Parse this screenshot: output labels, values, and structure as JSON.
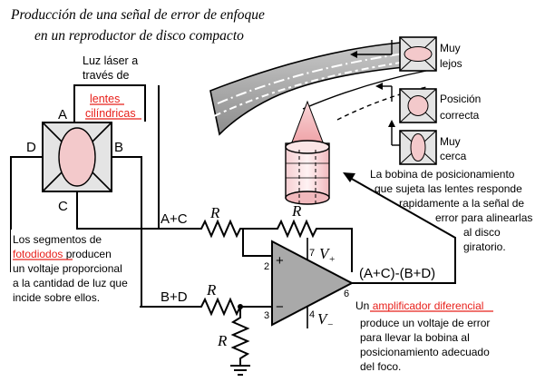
{
  "title": {
    "line1": "Producción de una señal de error de enfoque",
    "line2": "en un reproductor de disco compacto"
  },
  "laser_label": {
    "line1": "Luz láser a",
    "line2": "través de",
    "lens_line1": "lentes",
    "lens_line2": "cilíndricas"
  },
  "photodiode": {
    "labels": [
      "A",
      "B",
      "C",
      "D"
    ],
    "text_line1_prefix": "Los segmentos de",
    "text_line2_red": "fotodiodos",
    "text_line2_rest": " producen",
    "text_line3": "un voltaje proporcional",
    "text_line4": "a la cantidad de luz que",
    "text_line5": "incide sobre ellos."
  },
  "circuit": {
    "sum_ac": "A+C",
    "sum_bd": "B+D",
    "resistor": "R",
    "output": "(A+C)-(B+D)",
    "pins": [
      "2",
      "3",
      "4",
      "6",
      "7"
    ],
    "plus_sign": "+",
    "minus_sign": "−",
    "vplus": "V",
    "vplus_sub": "+",
    "vminus": "V",
    "vminus_sub": "−"
  },
  "focus_states": [
    {
      "line1": "Muy",
      "line2": "lejos"
    },
    {
      "line1": "Posición",
      "line2": "correcta"
    },
    {
      "line1": "Muy",
      "line2": "cerca"
    }
  ],
  "coil_text": [
    "La bobina de posicionamiento",
    "que sujeta las lentes responde",
    "rapidamente a la señal de",
    "error para alinearlas",
    "al disco",
    "giratorio."
  ],
  "amp_text": {
    "prefix": "Un ",
    "red": "amplificador diferencial",
    "line2": "produce un voltaje de error",
    "line3": "para llevar la bobina al",
    "line4": "posicionamiento adecuado",
    "line5": "del foco."
  },
  "colors": {
    "highlight_red": "#e8201b",
    "lens_fill": "#f3c9cb",
    "disc_gray": "#9a9a9a",
    "amp_gray": "#a9a9a9",
    "box_fill": "#e4e4e4"
  }
}
